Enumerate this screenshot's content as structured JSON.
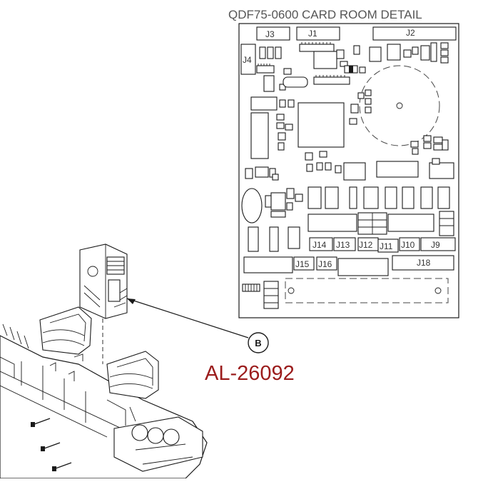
{
  "title": "QDF75-0600 CARD ROOM DETAIL",
  "callout": {
    "letter": "B"
  },
  "part_number": "AL-26092",
  "connectors": [
    "J3",
    "J1",
    "J2",
    "J4",
    "J14",
    "J13",
    "J12",
    "J11",
    "J10",
    "J9",
    "J15",
    "J16",
    "J18"
  ],
  "colors": {
    "line": "#1a1a1a",
    "title": "#555555",
    "part_number": "#9b1c1c"
  }
}
